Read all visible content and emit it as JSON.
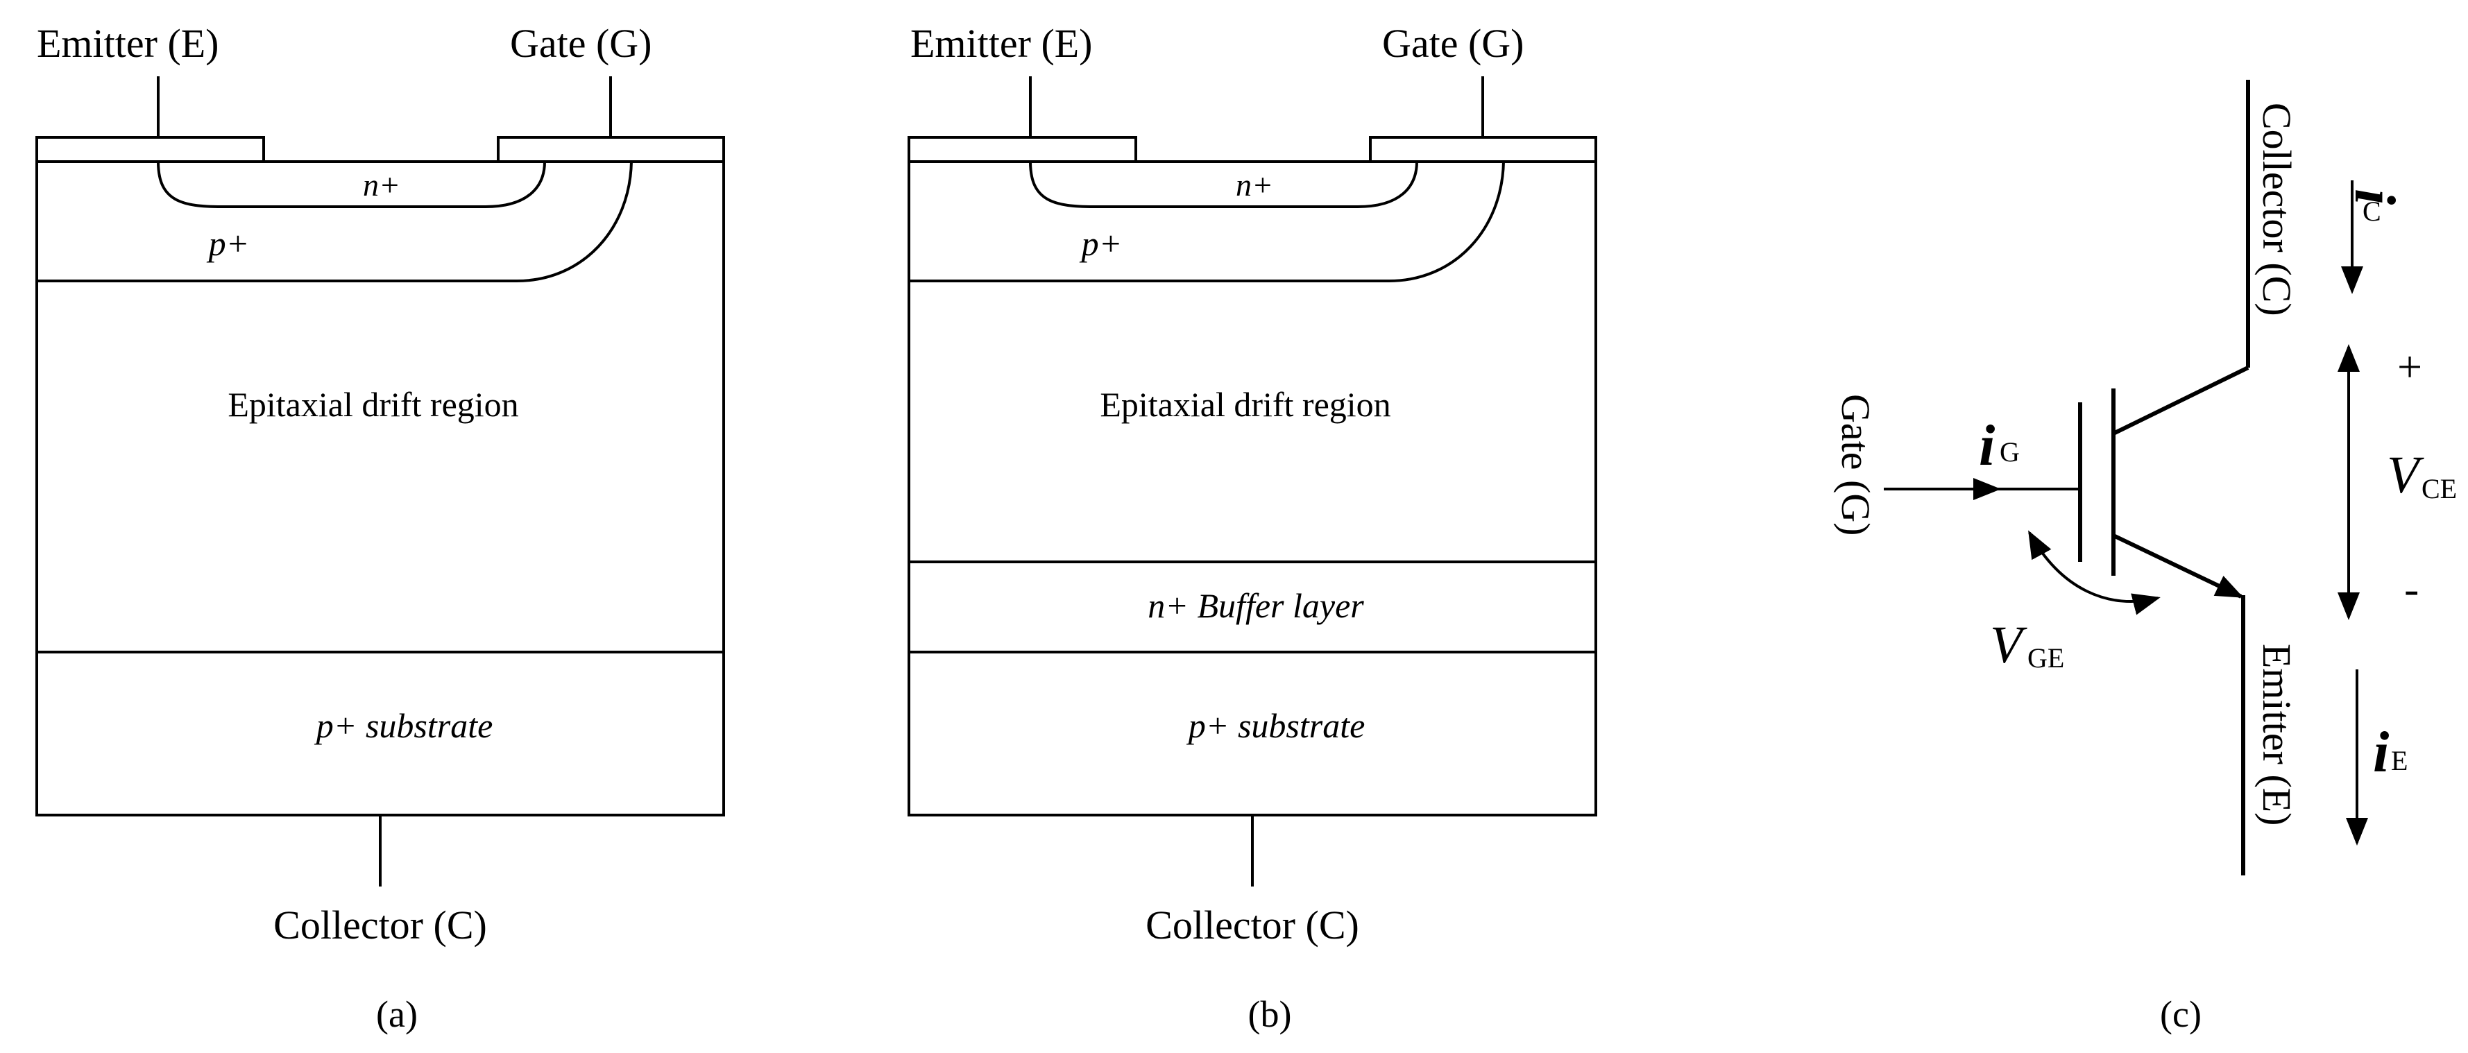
{
  "panel_a": {
    "emitter_label": "Emitter (E)",
    "gate_label": "Gate (G)",
    "n_plus": "n+",
    "p_plus": "p+",
    "drift": "Epitaxial drift region",
    "substrate": "p+ substrate",
    "collector_label": "Collector (C)",
    "caption": "(a)"
  },
  "panel_b": {
    "emitter_label": "Emitter (E)",
    "gate_label": "Gate (G)",
    "n_plus": "n+",
    "p_plus": "p+",
    "drift": "Epitaxial drift region",
    "buffer": "n+ Buffer layer",
    "substrate": "p+ substrate",
    "collector_label": "Collector (C)",
    "caption": "(b)"
  },
  "panel_c": {
    "collector_label": "Collector (C)",
    "emitter_label": "Emitter (E)",
    "gate_label": "Gate  (G)",
    "ic_main": "i",
    "ic_sub": "C",
    "ig_main": "i",
    "ig_sub": "G",
    "ie_main": "i",
    "ie_sub": "E",
    "vce_main": "V",
    "vce_sub": "CE",
    "vge_main": "V",
    "vge_sub": "GE",
    "plus": "+",
    "minus": "-",
    "caption": "(c)"
  }
}
